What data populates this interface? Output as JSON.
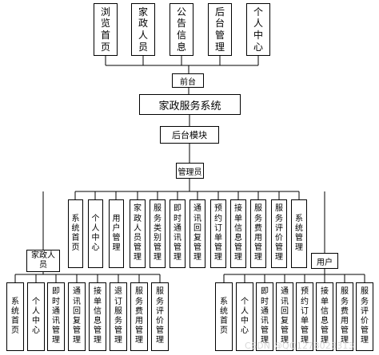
{
  "diagram": {
    "top_modules": [
      "浏览首页",
      "家政人员",
      "公告信息",
      "后台管理",
      "个人中心"
    ],
    "front_node": "前台",
    "system_node": "家政服务系统",
    "backend_node": "后台模块",
    "admin_node": "管理员",
    "admin_modules": [
      "系统首页",
      "个人中心",
      "用户管理",
      "家政人员管理",
      "服务类别管理",
      "即时通讯管理",
      "通讯回复管理",
      "预约订单管理",
      "接单信息管理",
      "服务费用管理",
      "服务评价管理",
      "系统管理"
    ],
    "staff_node": "家政人员",
    "staff_modules": [
      "系统首页",
      "个人中心",
      "即时通讯管理",
      "通讯回复管理",
      "接单信息管理",
      "退订服务管理",
      "服务费用管理",
      "服务评价管理"
    ],
    "user_node": "用户",
    "user_modules": [
      "系统首页",
      "个人中心",
      "即时通讯管理",
      "通讯回复管理",
      "预约订单管理",
      "接单信息管理",
      "服务费用管理",
      "服务评价管理"
    ]
  },
  "watermark": "CSDN @QQ1278023313"
}
